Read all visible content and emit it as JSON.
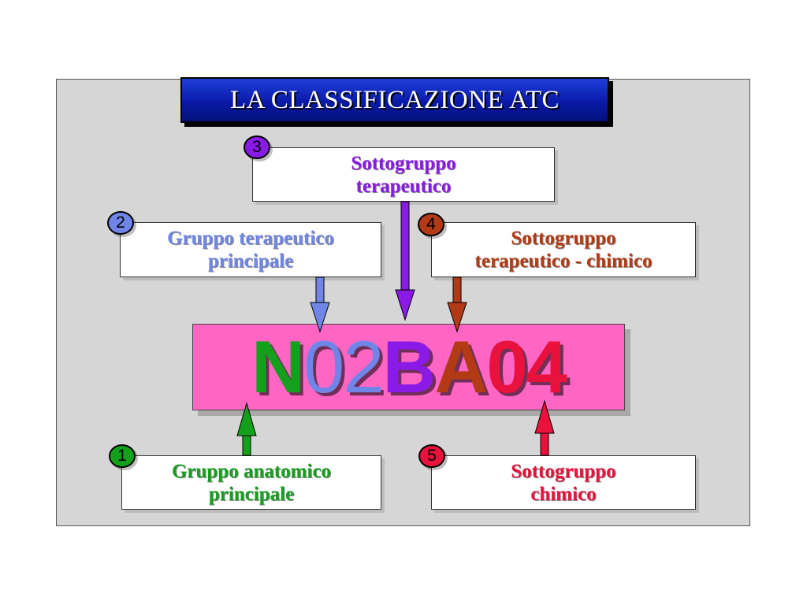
{
  "title": "LA CLASSIFICAZIONE ATC",
  "code": {
    "segments": [
      {
        "text": "N",
        "color": "#14a01c"
      },
      {
        "text": "02",
        "color": "#6f86e8"
      },
      {
        "text": "B",
        "color": "#8a1ae6"
      },
      {
        "text": "A",
        "color": "#b23a14"
      },
      {
        "text": "04",
        "color": "#e8123c"
      }
    ]
  },
  "levels": [
    {
      "number": "1",
      "lines": [
        "Gruppo anatomico",
        "principale"
      ],
      "color": "#14a01c"
    },
    {
      "number": "2",
      "lines": [
        "Gruppo terapeutico",
        "principale"
      ],
      "color": "#6f86e8"
    },
    {
      "number": "3",
      "lines": [
        "Sottogruppo",
        "terapeutico"
      ],
      "color": "#8a1ae6"
    },
    {
      "number": "4",
      "lines": [
        "Sottogruppo",
        "terapeutico - chimico"
      ],
      "color": "#b23a14"
    },
    {
      "number": "5",
      "lines": [
        "Sottogruppo",
        "chimico"
      ],
      "color": "#e8123c"
    }
  ]
}
